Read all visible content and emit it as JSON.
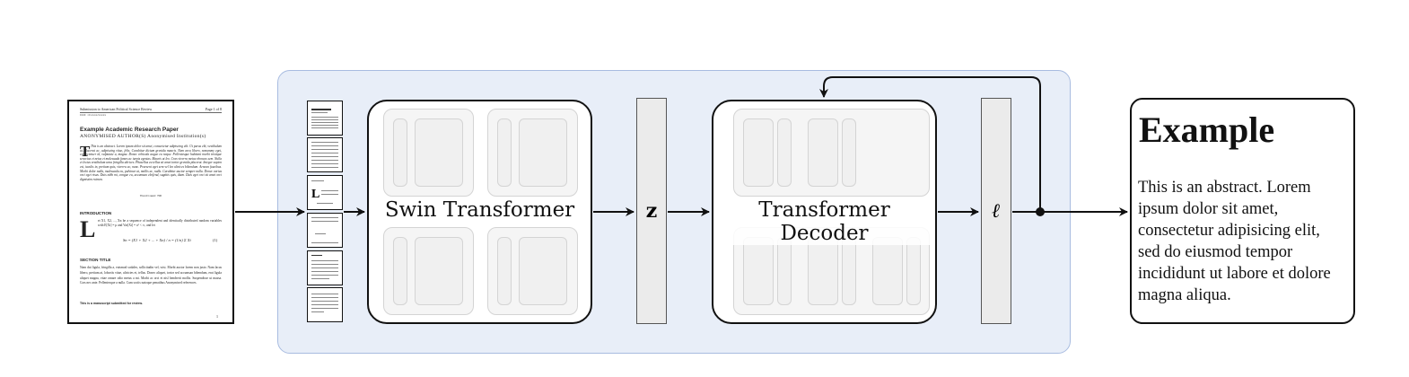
{
  "encoder": {
    "label": "Swin Transformer"
  },
  "decoder": {
    "label": "Transformer Decoder"
  },
  "latent": {
    "symbol": "z"
  },
  "token": {
    "symbol": "ℓ"
  },
  "input_page": {
    "header_left": "Submission to American Political Science Review",
    "header_right": "Page 1 of 8",
    "header_sub": "DOI: 10.xxxx/xxxxx",
    "title": "Example Academic Research Paper",
    "authors": "ANONYMISED AUTHOR(S)   Anonymised Institution(s)",
    "drop_cap": "T",
    "abstract": "This is an abstract. Lorem ipsum dolor sit amet, consectetur adipiscing elit. Ut purus elit, vestibulum ut, placerat ac, adipiscing vitae, felis. Curabitur dictum gravida mauris. Nam arcu libero, nonummy eget, consectetuer id, vulputate a, magna. Donec vehicula augue eu neque. Pellentesque habitant morbi tristique senectus et netus et malesuada fames ac turpis egestas. Mauris ut leo. Cras viverra metus rhoncus sem. Nulla et lectus vestibulum urna fringilla ultrices. Phasellus eu tellus sit amet tortor gravida placerat. Integer sapien est, iaculis in, pretium quis, viverra ac, nunc. Praesent eget sem vel leo ultrices bibendum. Aenean faucibus. Morbi dolor nulla, malesuada eu, pulvinar at, mollis ac, nulla. Curabitur auctor semper nulla. Donec varius orci eget risus. Duis nibh mi, congue eu, accumsan eleifend, sagittis quis, diam. Duis eget orci sit amet orci dignissim rutrum.",
    "word_count": "Word Count:   700",
    "section1": "INTRODUCTION",
    "drop_cap2": "L",
    "intro": "et X1, X2, ..., Xn be a sequence of independent and identically distributed random variables with E[Xi] = μ and Var[Xi] = σ² < ∞, and let",
    "equation": "Sn = (X1 + X2 + ... + Xn) / n = (1/n) Σ Xi",
    "eq_num": "(1)",
    "section2": "SECTION TITLE",
    "body": "Nam dui ligula, fringilla a, euismod sodales, sollicitudin vel, wisi. Morbi auctor lorem non justo. Nam lacus libero, pretium at, lobortis vitae, ultricies et, tellus. Donec aliquet, tortor sed accumsan bibendum, erat ligula aliquet magna, vitae ornare odio metus a mi. Morbi ac orci et nisl hendrerit mollis. Suspendisse ut massa. Cras nec ante. Pellentesque a nulla. Cum sociis natoque penatibus Anonymised references.",
    "footer": "This is a manuscript submitted for review.",
    "page_number": "1"
  },
  "output": {
    "title": "Example",
    "text": "This is an abstract. Lorem ipsum dolor sit amet, consectetur adipisicing elit, sed do eiusmod tempor incididunt ut labore et dolore magna aliqua."
  },
  "colors": {
    "panel_bg": "#e8eef8",
    "panel_border": "#a8bce0",
    "stroke": "#111111",
    "vector_fill": "#ebebeb"
  }
}
